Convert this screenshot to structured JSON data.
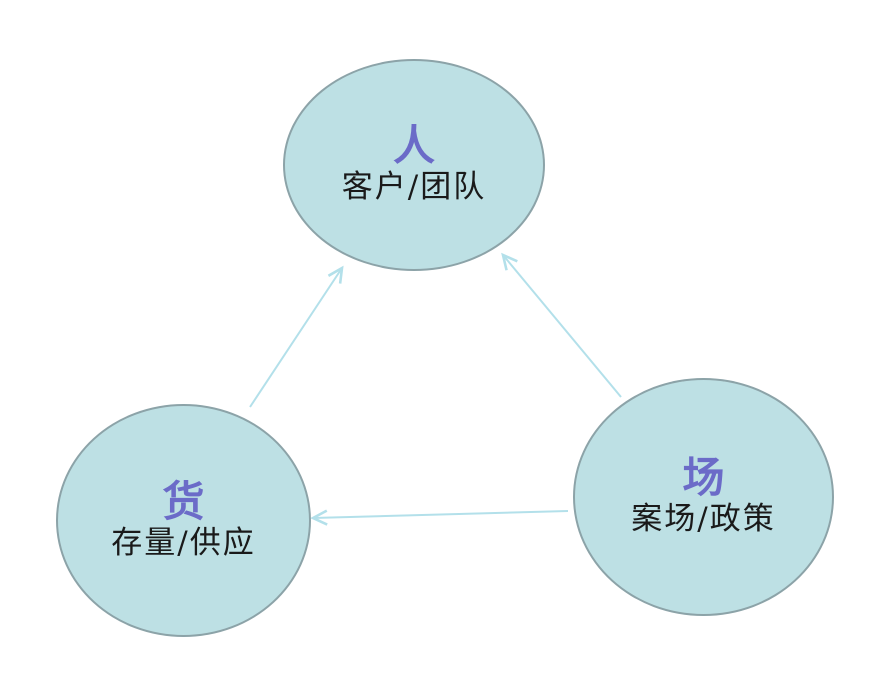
{
  "colors": {
    "background": "#ffffff",
    "node_fill": "#bde0e4",
    "node_border": "#8ca3a8",
    "title_color": "#6b6bc8",
    "subtitle_color": "#1a1a1a",
    "arrow_color": "#b3e0ea"
  },
  "diagram": {
    "type": "cycle-diagram",
    "nodes": [
      {
        "id": "people",
        "title": "人",
        "subtitle": "客户/团队"
      },
      {
        "id": "goods",
        "title": "货",
        "subtitle": "存量/供应"
      },
      {
        "id": "place",
        "title": "场",
        "subtitle": "案场/政策"
      }
    ],
    "edges": [
      {
        "from": "goods",
        "to": "people"
      },
      {
        "from": "place",
        "to": "people"
      },
      {
        "from": "place",
        "to": "goods"
      }
    ]
  }
}
